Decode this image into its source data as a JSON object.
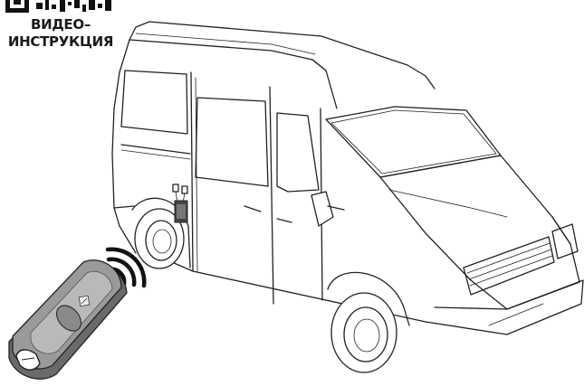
{
  "caption": {
    "line1": "ВИДЕО–",
    "line2": "ИНСТРУКЦИЯ"
  },
  "icons": {
    "qr": "qr-code-icon",
    "signal": "wireless-signal-icon",
    "remote": "key-fob-remote-icon",
    "vehicle": "van-illustration"
  },
  "colors": {
    "line": "#222222",
    "fob_grey": "#8c8c8c",
    "background": "#ffffff"
  }
}
